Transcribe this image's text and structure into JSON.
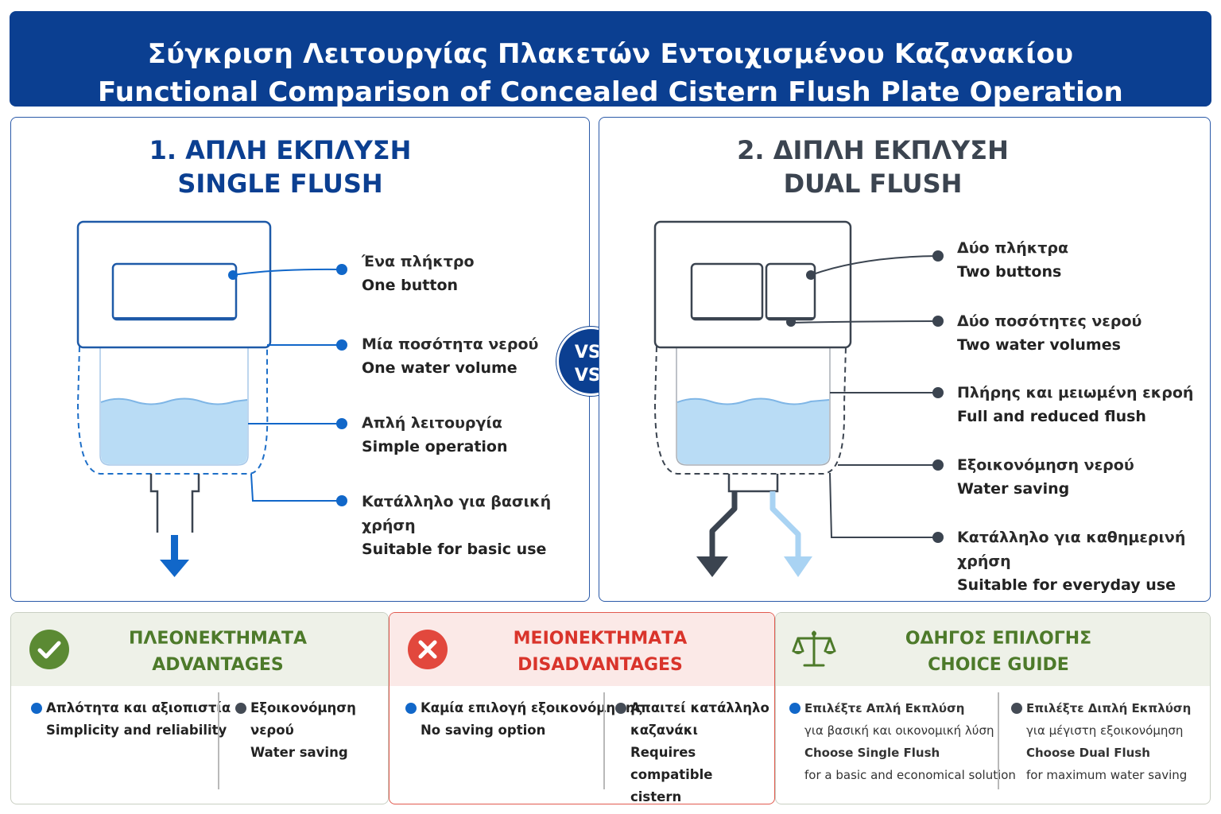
{
  "title": {
    "line1": "Σύγκριση Λειτουργίας Πλακετών Εντοιχισμένου Καζανακίου",
    "line2": "Functional Comparison of Concealed Cistern Flush Plate Operation"
  },
  "single": {
    "heading_gr": "1. ΑΠΛΗ ΕΚΠΛΥΣΗ",
    "heading_en": "SINGLE FLUSH",
    "callouts": [
      {
        "gr": "Ένα πλήκτρο",
        "en": "One button"
      },
      {
        "gr": "Μία ποσότητα νερού",
        "en": "One water volume"
      },
      {
        "gr": "Απλή λειτουργία",
        "en": "Simple operation"
      },
      {
        "gr": "Κατάλληλο για βασική χρήση",
        "en": "Suitable for basic use"
      }
    ]
  },
  "vs": {
    "line1": "VS.",
    "line2": "VS."
  },
  "dual": {
    "heading_gr": "2. ΔΙΠΛΗ ΕΚΠΛΥΣΗ",
    "heading_en": "DUAL FLUSH",
    "callouts": [
      {
        "gr": "Δύο πλήκτρα",
        "en": "Two buttons"
      },
      {
        "gr": "Δύο ποσότητες νερού",
        "en": "Two water volumes"
      },
      {
        "gr": "Πλήρης και μειωμένη εκροή",
        "en": "Full and reduced flush"
      },
      {
        "gr": "Εξοικονόμηση νερού",
        "en": "Water saving"
      },
      {
        "gr": "Κατάλληλο για καθημερινή χρήση",
        "en": "Suitable for everyday use"
      }
    ]
  },
  "advantages": {
    "title_gr": "ΠΛΕΟΝΕΚΤΗΜΑΤΑ",
    "title_en": "ADVANTAGES",
    "left": {
      "gr": "Απλότητα και αξιοπιστία",
      "en": "Simplicity and reliability"
    },
    "right": {
      "gr": "Εξοικονόμηση νερού",
      "en": "Water saving"
    }
  },
  "disadvantages": {
    "title_gr": "ΜΕΙΟΝΕΚΤΗΜΑΤΑ",
    "title_en": "DISADVANTAGES",
    "left": {
      "gr": "Καμία επιλογή εξοικονόμησης",
      "en": "No saving option"
    },
    "right": {
      "gr1": "Απαιτεί κατάλληλο",
      "gr2": "καζανάκι",
      "en1": "Requires compatible",
      "en2": "cistern"
    }
  },
  "guide": {
    "title_gr": "ΟΔΗΓΟΣ ΕΠΙΛΟΓΗΣ",
    "title_en": "CHOICE GUIDE",
    "left": {
      "gr1": "Επιλέξτε Απλή Εκπλύση",
      "gr2": "για βασική και οικονομική λύση",
      "en1": "Choose Single Flush",
      "en2": "for a basic and economical solution"
    },
    "right": {
      "gr1": "Επιλέξτε Διπλή Εκπλύση",
      "gr2": "για μέγιστη εξοικονόμηση",
      "en1": "Choose Dual Flush",
      "en2": "for maximum water saving"
    }
  },
  "colors": {
    "brand_blue": "#0b3f91",
    "accent_blue": "#1167c9",
    "water": "#b9dcf5",
    "green": "#4d7a2a",
    "red": "#d9342b",
    "dark": "#3b4450"
  },
  "icons": [
    "check-circle-icon",
    "x-circle-icon",
    "balance-scale-icon",
    "down-arrow-icon"
  ]
}
